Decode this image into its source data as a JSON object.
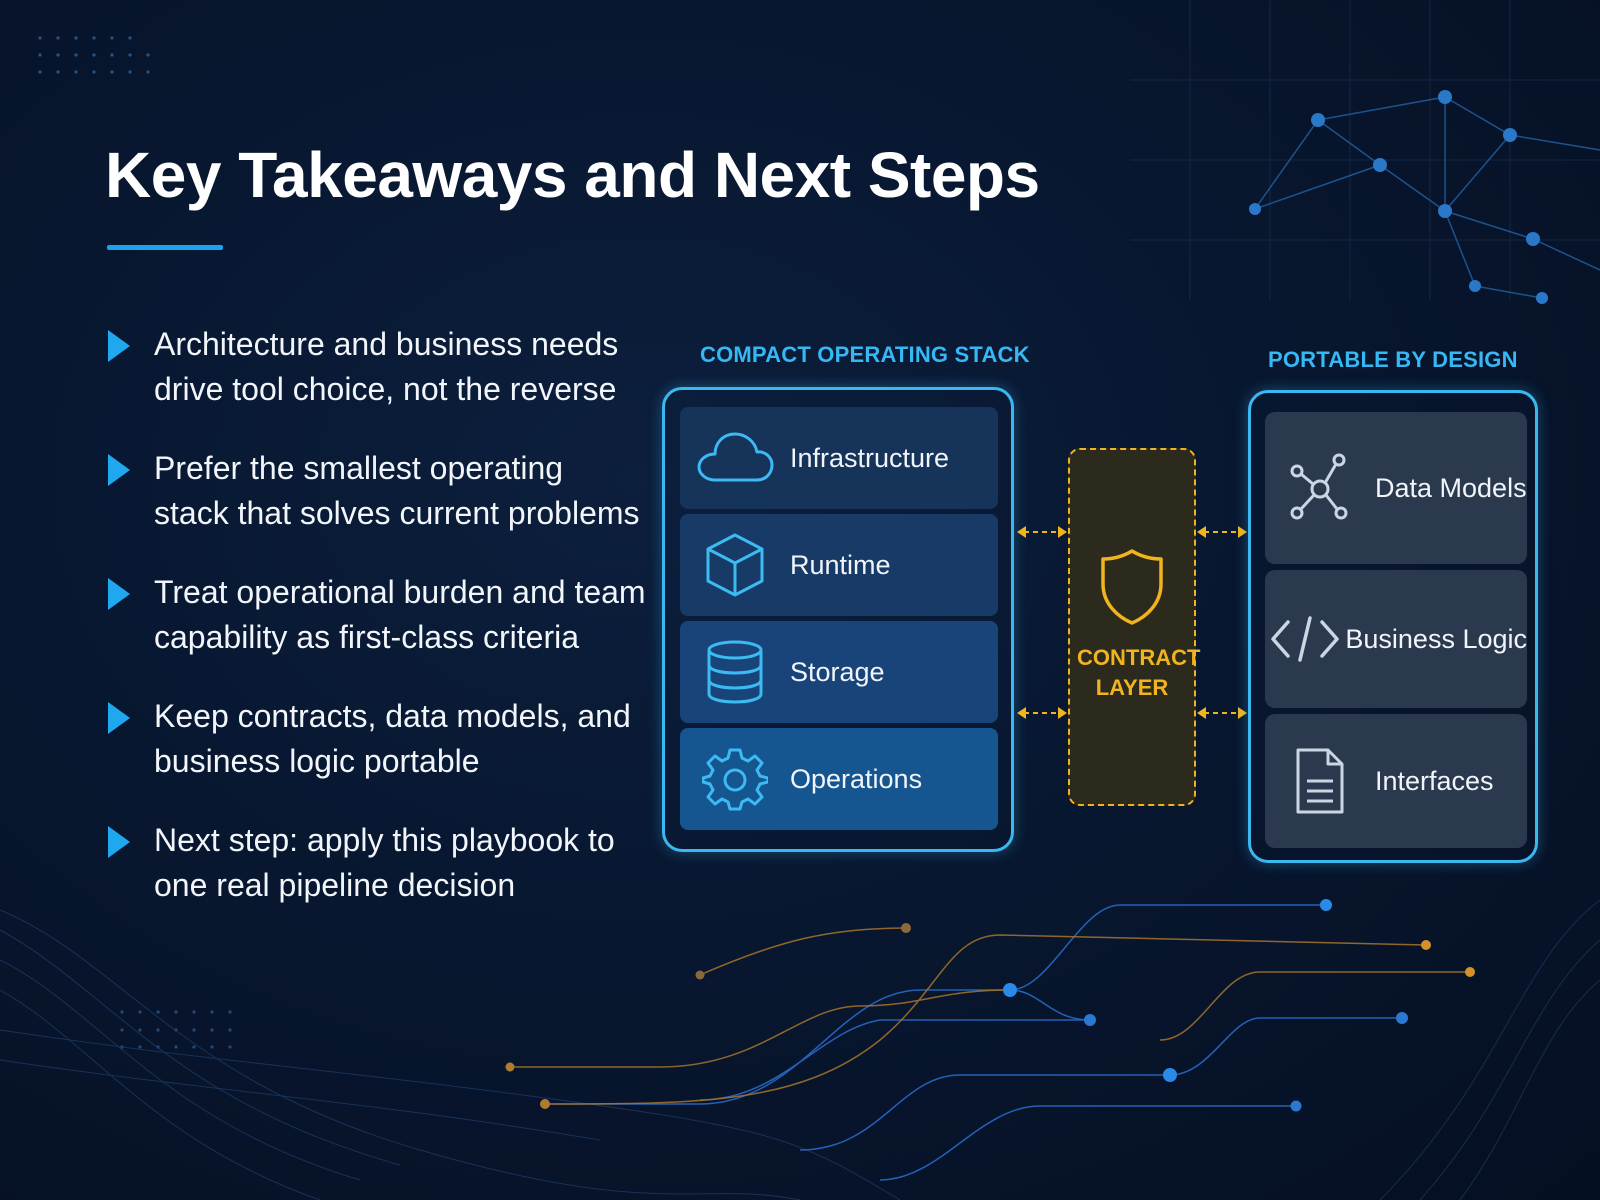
{
  "title": "Key Takeaways and Next Steps",
  "bullets": [
    "Architecture and business needs drive tool choice, not the reverse",
    "Prefer the smallest operating stack that solves current problems",
    "Treat operational burden and team capability as first-class criteria",
    "Keep contracts, data models, and business logic portable",
    "Next step: apply this playbook to one real pipeline decision"
  ],
  "stack": {
    "label": "COMPACT OPERATING STACK",
    "layers": [
      {
        "label": "Infrastructure",
        "icon": "cloud-icon"
      },
      {
        "label": "Runtime",
        "icon": "cube-icon"
      },
      {
        "label": "Storage",
        "icon": "database-icon"
      },
      {
        "label": "Operations",
        "icon": "gear-icon"
      }
    ]
  },
  "contract": {
    "label_line1": "CONTRACT",
    "label_line2": "LAYER",
    "icon": "shield-icon"
  },
  "portable": {
    "label": "PORTABLE BY DESIGN",
    "items": [
      {
        "label": "Data Models",
        "icon": "network-nodes-icon"
      },
      {
        "label": "Business Logic",
        "icon": "code-brackets-icon"
      },
      {
        "label": "Interfaces",
        "icon": "document-icon"
      }
    ]
  },
  "colors": {
    "accent_blue": "#35b8f4",
    "accent_gold": "#f0b41e",
    "background": "#081730"
  }
}
